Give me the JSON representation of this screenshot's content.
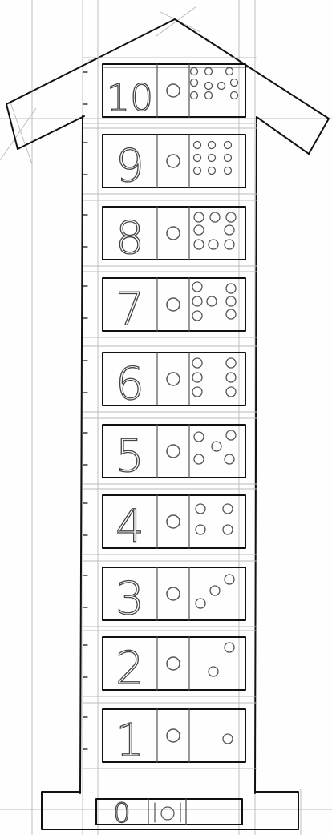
{
  "drawing": {
    "ink_color": "#111111",
    "pencil_color": "#555555",
    "guide_color": "#b9b9b9",
    "paper_color": "#fefefe"
  },
  "rows": [
    {
      "numeral": "10",
      "count": 10
    },
    {
      "numeral": "9",
      "count": 9
    },
    {
      "numeral": "8",
      "count": 8
    },
    {
      "numeral": "7",
      "count": 7
    },
    {
      "numeral": "6",
      "count": 6
    },
    {
      "numeral": "5",
      "count": 5
    },
    {
      "numeral": "4",
      "count": 4
    },
    {
      "numeral": "3",
      "count": 3
    },
    {
      "numeral": "2",
      "count": 2
    },
    {
      "numeral": "1",
      "count": 1
    }
  ],
  "base": {
    "numeral": "0"
  }
}
